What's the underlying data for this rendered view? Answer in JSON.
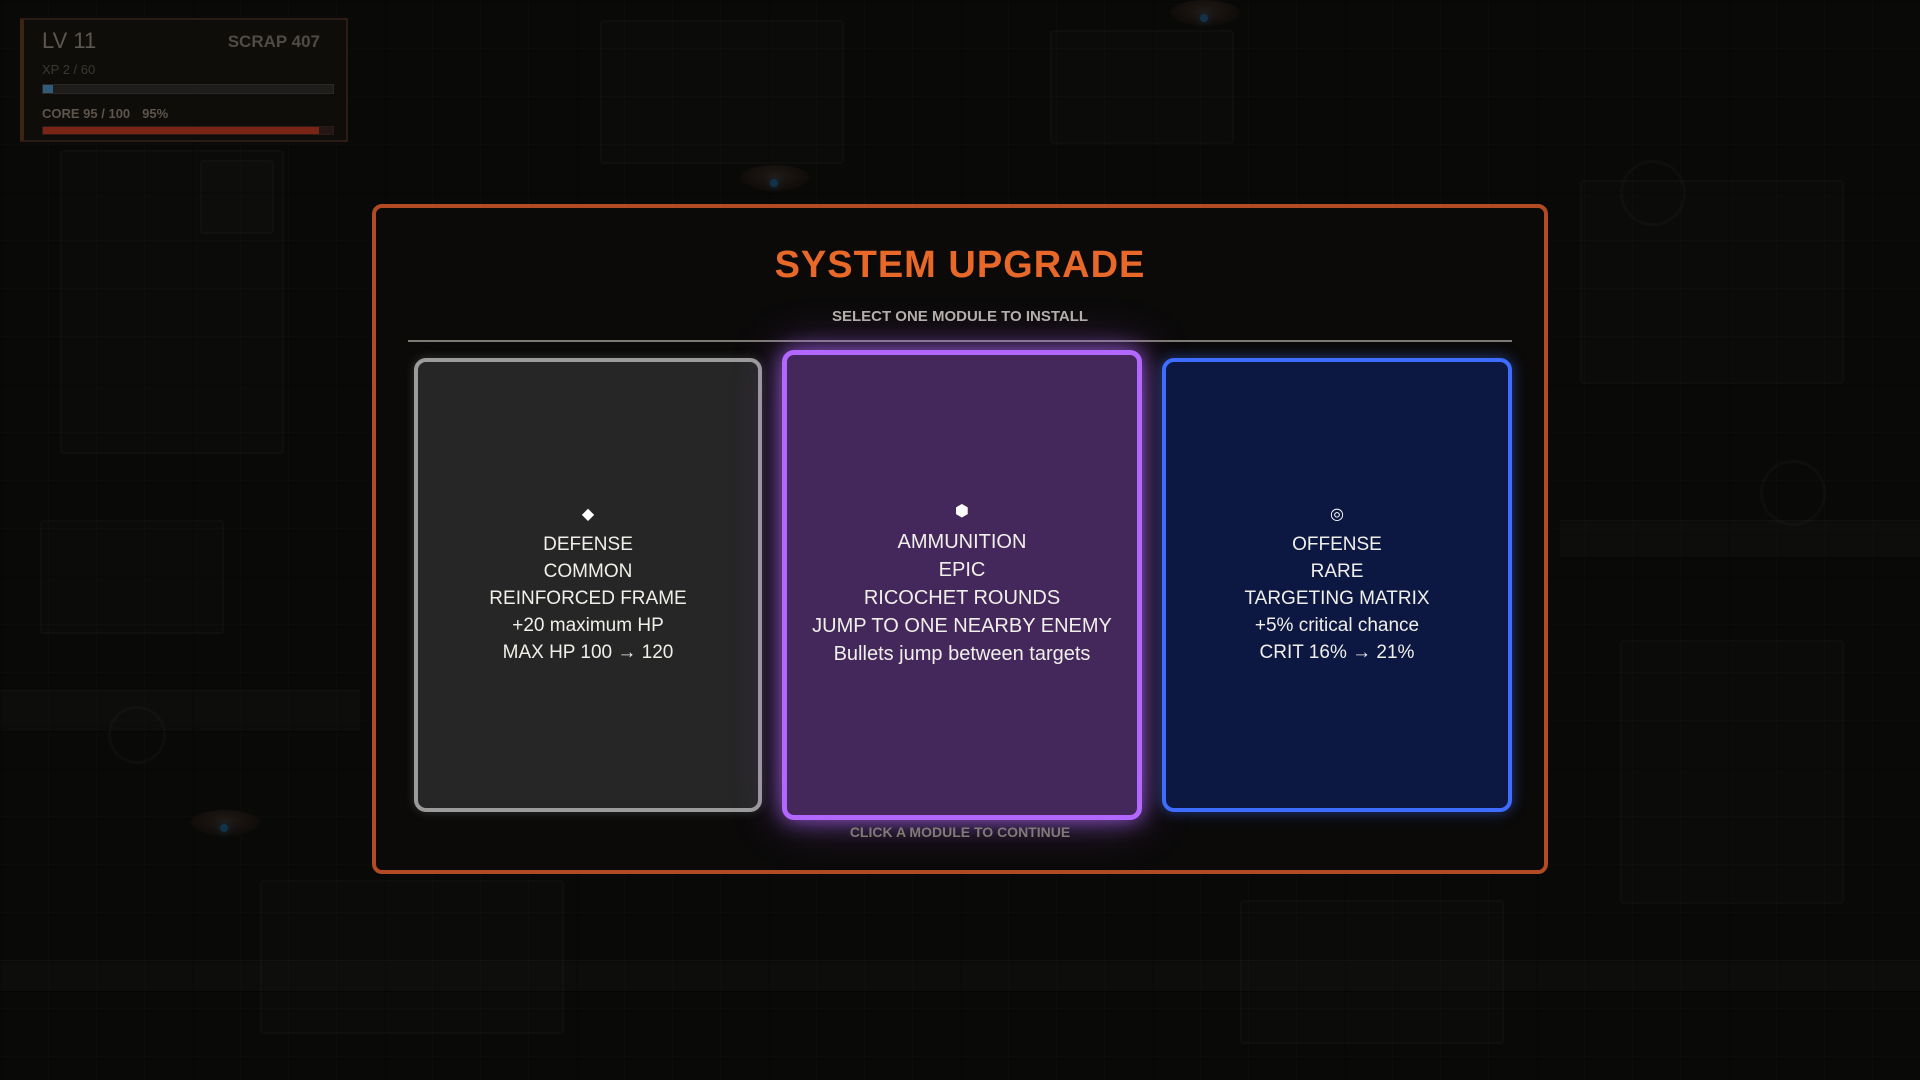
{
  "hud": {
    "level": "LV 11",
    "scrap": "SCRAP 407",
    "xp": "XP 2 / 60",
    "xp_fraction": 0.033,
    "core": "CORE 95 / 100",
    "core_pct": "95%",
    "core_fraction": 0.95,
    "colors": {
      "xp_bar": "#2f5a78",
      "core_bar": "#7a2416"
    }
  },
  "modal": {
    "title": "SYSTEM UPGRADE",
    "subtitle": "SELECT ONE MODULE TO INSTALL",
    "footer": "CLICK A MODULE TO CONTINUE",
    "accent_color": "#e8682a",
    "border_color": "#b24b23"
  },
  "cards": [
    {
      "icon": "◆",
      "icon_name": "diamond-icon",
      "category": "DEFENSE",
      "rarity": "COMMON",
      "name": "REINFORCED FRAME",
      "effect": "+20 maximum HP",
      "stat": "MAX HP  100  →  120",
      "rarity_color": "#9b9b9b"
    },
    {
      "icon": "⬢",
      "icon_name": "hexagon-icon",
      "category": "AMMUNITION",
      "rarity": "EPIC",
      "name": "RICOCHET ROUNDS",
      "effect": "JUMP TO ONE NEARBY ENEMY",
      "stat": "Bullets jump between targets",
      "rarity_color": "#b267ff",
      "highlighted": true
    },
    {
      "icon": "◎",
      "icon_name": "target-icon",
      "category": "OFFENSE",
      "rarity": "RARE",
      "name": "TARGETING MATRIX",
      "effect": "+5% critical chance",
      "stat": "CRIT  16%  →  21%",
      "rarity_color": "#3d6cff"
    }
  ]
}
